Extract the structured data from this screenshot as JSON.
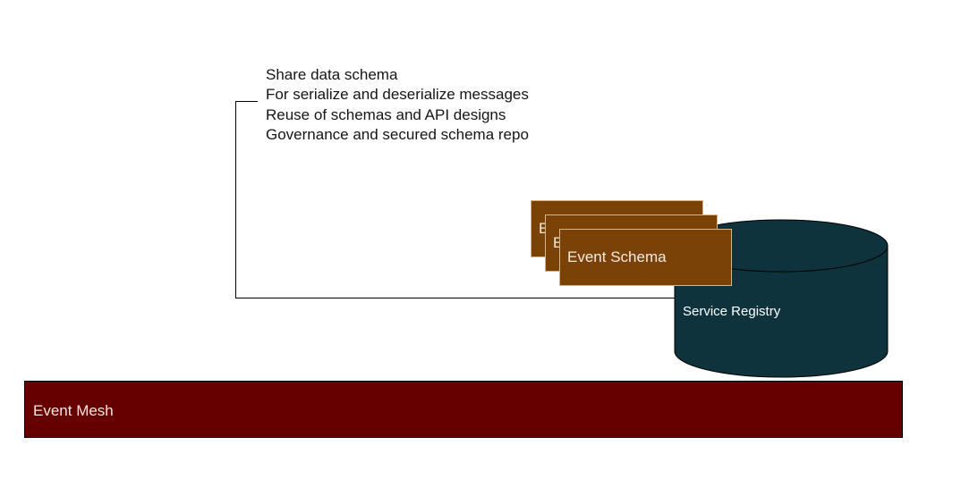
{
  "notes": {
    "lines": [
      "Share data schema",
      "For serialize and deserialize messages",
      "Reuse of schemas and API designs",
      "Governance and secured schema repo"
    ]
  },
  "event_schema_cards": [
    {
      "label": "E"
    },
    {
      "label": "E"
    },
    {
      "label": "Event Schema"
    }
  ],
  "service_registry": {
    "label": "Service Registry"
  },
  "event_mesh": {
    "label": "Event Mesh"
  },
  "colors": {
    "card_fill": "#7a4206",
    "registry_fill": "#0e333c",
    "mesh_fill": "#660000"
  }
}
